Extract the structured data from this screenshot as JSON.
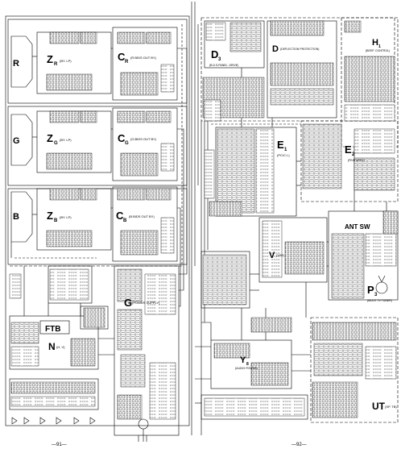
{
  "sheet": {
    "pages": [
      "—91—",
      "—92—"
    ]
  },
  "blocks": [
    {
      "id": "zr",
      "letter": "Z",
      "sub": "R",
      "desc": "(BY. LP)"
    },
    {
      "id": "cr",
      "letter": "C",
      "sub": "R",
      "desc": "(R.BIDS OUT BY)"
    },
    {
      "id": "zg",
      "letter": "Z",
      "sub": "G",
      "desc": "(BY. LP)"
    },
    {
      "id": "cg",
      "letter": "C",
      "sub": "G",
      "desc": "(G.BIDS OUT BY)"
    },
    {
      "id": "zb",
      "letter": "Z",
      "sub": "B",
      "desc": "(BY. LP)"
    },
    {
      "id": "cb",
      "letter": "C",
      "sub": "B",
      "desc": "(B.BIDS OUT BY)"
    },
    {
      "id": "d3",
      "letter": "D",
      "sub": "3",
      "desc": "(B.D.S.PANEL. DRIVE)"
    },
    {
      "id": "d",
      "letter": "D",
      "sub": "",
      "desc": "(DEFLECTION PROTECTION)"
    },
    {
      "id": "h1",
      "letter": "H",
      "sub": "1",
      "desc": "(BEEP. CONTROL)"
    },
    {
      "id": "e1",
      "letter": "E",
      "sub": "1",
      "desc": "(PC/C.I.)"
    },
    {
      "id": "e2",
      "letter": "E",
      "sub": "2",
      "desc": "(FEATURES)"
    },
    {
      "id": "v",
      "letter": "V",
      "sub": "",
      "desc": "(V/M)"
    },
    {
      "id": "ant",
      "letter": "ANT SW",
      "sub": "",
      "desc": ""
    },
    {
      "id": "p3",
      "letter": "P",
      "sub": "3",
      "desc": "(MULTI TV TUNER)"
    },
    {
      "id": "g",
      "letter": "G",
      "sub": "",
      "desc": "(POWER SUPPLY)"
    },
    {
      "id": "ftb",
      "letter": "FTB",
      "sub": "",
      "desc": ""
    },
    {
      "id": "n",
      "letter": "N",
      "sub": "",
      "desc": "(H, V)"
    },
    {
      "id": "y8",
      "letter": "Y",
      "sub": "8",
      "desc": "(AUDIO POWER)"
    },
    {
      "id": "ut",
      "letter": "UT",
      "sub": "",
      "desc": "(SP. TB)"
    }
  ],
  "tubes": [
    {
      "id": "r",
      "label": "R"
    },
    {
      "id": "g",
      "label": "G"
    },
    {
      "id": "b",
      "label": "B"
    }
  ]
}
